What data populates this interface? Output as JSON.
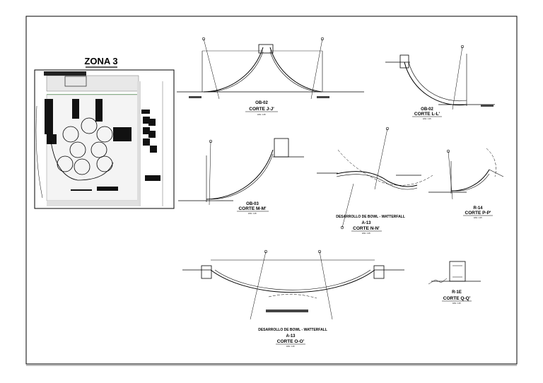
{
  "zone_title": "ZONA 3",
  "sections": [
    {
      "code": "OB-02",
      "title": "CORTE J-J'",
      "scale": "ESC. 1:25"
    },
    {
      "code": "OB-02",
      "title": "CORTE L-L'",
      "scale": "ESC. 1:25"
    },
    {
      "code": "OB-03",
      "title": "CORTE M-M'",
      "scale": "ESC. 1:25"
    },
    {
      "code": "A-13",
      "title": "CORTE N-N'",
      "scale": "ESC. 1:25",
      "caption": "DESARROLLO DE BOWL - WATTERFALL"
    },
    {
      "code": "R-14",
      "title": "CORTE P-P'",
      "scale": "ESC. 1:25"
    },
    {
      "code": "A-13",
      "title": "CORTE O-O'",
      "scale": "ESC. 1:25",
      "caption": "DESARROLLO DE BOWL - WATTERFALL"
    },
    {
      "code": "R-1E",
      "title": "CORTE Q-Q'",
      "scale": "ESC. 1:25"
    }
  ]
}
